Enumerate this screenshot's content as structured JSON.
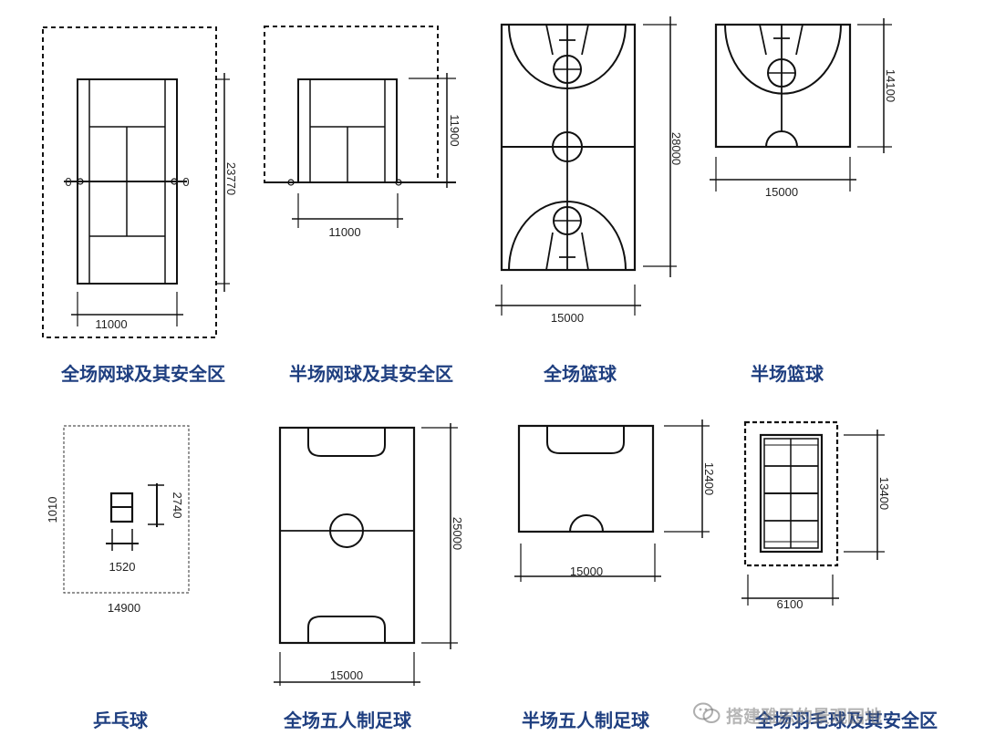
{
  "captions": {
    "full_tennis": "全场网球及其安全区",
    "half_tennis": "半场网球及其安全区",
    "full_basketball": "全场篮球",
    "half_basketball": "半场篮球",
    "table_tennis": "乒乓球",
    "full_futsal": "全场五人制足球",
    "half_futsal": "半场五人制足球",
    "badminton": "全场羽毛球及其安全区"
  },
  "dims": {
    "full_tennis_w": "11000",
    "full_tennis_h": "23770",
    "half_tennis_w": "11000",
    "half_tennis_h": "11900",
    "full_basketball_w": "15000",
    "full_basketball_h": "28000",
    "half_basketball_w": "15000",
    "half_basketball_h": "14100",
    "table_tennis_outer_w": "14900",
    "table_tennis_outer_h": "1010",
    "table_tennis_table_w": "1520",
    "table_tennis_table_h": "2740",
    "full_futsal_w": "15000",
    "full_futsal_h": "25000",
    "half_futsal_w": "15000",
    "half_futsal_h": "12400",
    "badminton_w": "6100",
    "badminton_h": "13400",
    "net_post_left": "0",
    "net_post_right": "0"
  },
  "watermark": {
    "text": "搭建雅思的景观园地",
    "icon": "wechat-icon"
  },
  "colors": {
    "caption": "#1f3f80",
    "line": "#111111"
  }
}
